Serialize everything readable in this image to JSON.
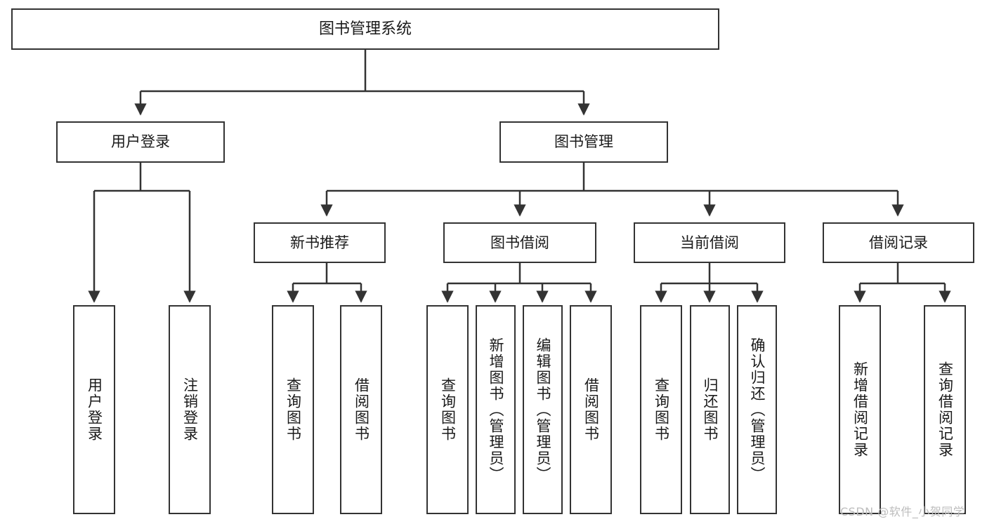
{
  "diagram": {
    "title": "图书管理系统",
    "type": "hierarchy-tree",
    "colors": {
      "node_border": "#333333",
      "node_fill": "#ffffff",
      "edge": "#333333",
      "text": "#1a1a1a",
      "watermark": "#bdbdbd",
      "background": "#ffffff"
    },
    "nodes": {
      "root": {
        "label": "图书管理系统"
      },
      "level2": [
        {
          "id": "user-login",
          "label": "用户登录"
        },
        {
          "id": "book-manage",
          "label": "图书管理"
        }
      ],
      "level3": [
        {
          "id": "new-book-recommend",
          "label": "新书推荐"
        },
        {
          "id": "book-borrow",
          "label": "图书借阅"
        },
        {
          "id": "current-borrow",
          "label": "当前借阅"
        },
        {
          "id": "borrow-record",
          "label": "借阅记录"
        }
      ],
      "leaves": {
        "user-login": [
          {
            "id": "leaf-user-login",
            "label": "用户登录"
          },
          {
            "id": "leaf-logout-login",
            "label": "注销登录"
          }
        ],
        "new-book-recommend": [
          {
            "id": "leaf-query-book-1",
            "label": "查询图书"
          },
          {
            "id": "leaf-borrow-book-1",
            "label": "借阅图书"
          }
        ],
        "book-borrow": [
          {
            "id": "leaf-query-book-2",
            "label": "查询图书"
          },
          {
            "id": "leaf-add-book",
            "label": "新增图书（管理员）"
          },
          {
            "id": "leaf-edit-book",
            "label": "编辑图书（管理员）"
          },
          {
            "id": "leaf-borrow-book-2",
            "label": "借阅图书"
          }
        ],
        "current-borrow": [
          {
            "id": "leaf-query-book-3",
            "label": "查询图书"
          },
          {
            "id": "leaf-return-book",
            "label": "归还图书"
          },
          {
            "id": "leaf-confirm-return",
            "label": "确认归还（管理员）"
          }
        ],
        "borrow-record": [
          {
            "id": "leaf-add-record",
            "label": "新增借阅记录"
          },
          {
            "id": "leaf-query-record",
            "label": "查询借阅记录"
          }
        ]
      }
    },
    "watermark": "CSDN @软件_小贺同学"
  }
}
